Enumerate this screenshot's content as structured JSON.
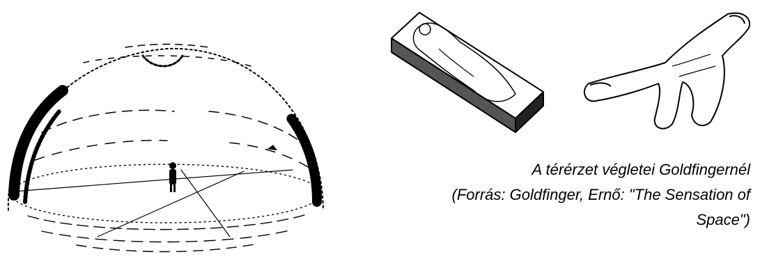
{
  "caption": {
    "line1": "A térérzet végletei Goldfingernél",
    "line2": "(Forrás: Goldfinger, Ernő: \"The Sensation of",
    "line3": "Space\")"
  },
  "colors": {
    "ink": "#000000",
    "background": "#ffffff"
  },
  "figures": [
    {
      "name": "dome-sketch-illustration"
    },
    {
      "name": "coffin-body-illustration"
    },
    {
      "name": "body-shaped-space-illustration"
    }
  ]
}
